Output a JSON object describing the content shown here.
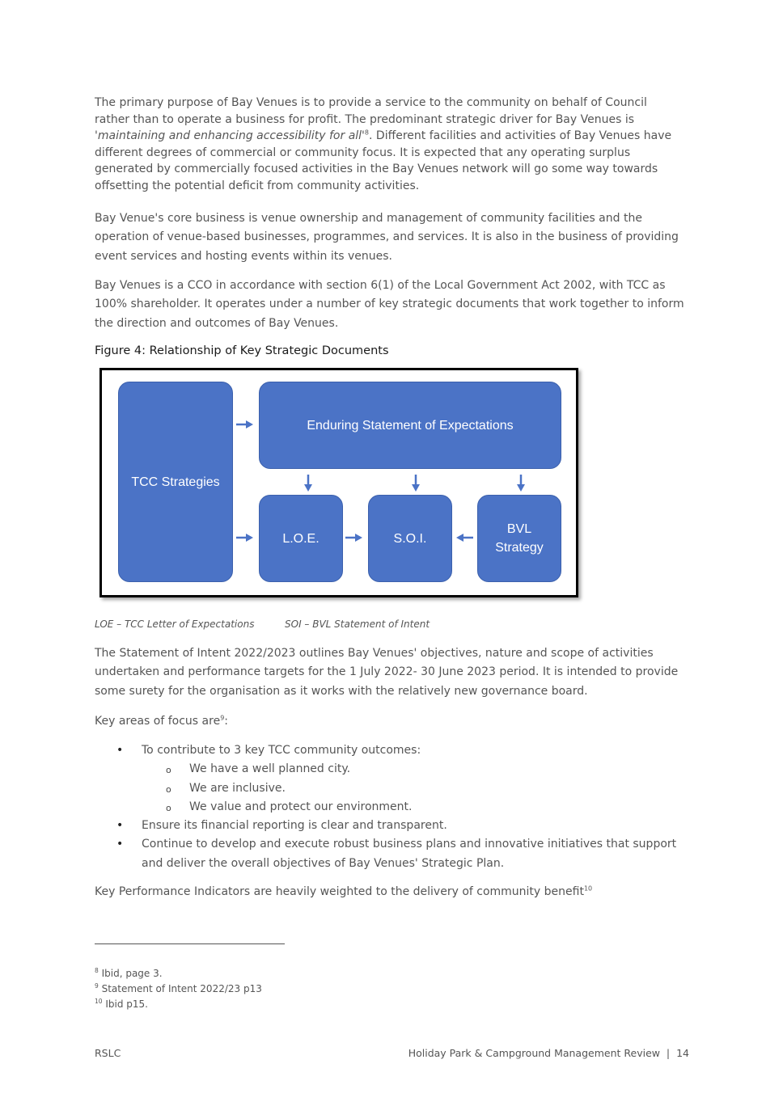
{
  "para1": {
    "a": "The primary purpose of Bay Venues is to provide a service to the community on behalf of Council rather than to operate a business for profit. The predominant strategic driver for Bay Venues is ",
    "quote": "'maintaining and enhancing accessibility for all'",
    "sup": "8",
    "b": ". Different facilities and activities of Bay Venues have different degrees of commercial or community focus. It is expected that any operating surplus generated by commercially focused activities in the Bay Venues network will go some way towards offsetting the potential deficit from community activities."
  },
  "para2": "Bay Venue's core business is venue ownership and management of community facilities and the operation of venue-based businesses, programmes, and services. It is also in the business of providing event services and hosting events within its venues.",
  "para3": "Bay Venues is a CCO in accordance with section 6(1) of the Local Government Act 2002, with TCC as 100% shareholder. It operates under a number of key strategic documents that work together to inform the direction and outcomes of Bay Venues.",
  "figure": {
    "title": "Figure 4: Relationship of Key Strategic Documents",
    "boxes": {
      "tcc": "TCC Strategies",
      "ese": "Enduring Statement of Expectations",
      "loe": "L.O.E.",
      "soi": "S.O.I.",
      "bvl_line1": "BVL",
      "bvl_line2": "Strategy"
    },
    "colors": {
      "box": "#4b73c6",
      "arrow": "#4b73c6",
      "frame": "#000000"
    }
  },
  "captions": {
    "loe": "LOE – TCC Letter of Expectations",
    "soi": "SOI – BVL Statement of Intent"
  },
  "para4": "The Statement of Intent 2022/2023 outlines Bay Venues' objectives, nature and scope of activities undertaken and performance targets for the 1 July 2022- 30 June 2023 period. It is intended to provide some surety for the organisation as it works with the relatively new governance board.",
  "focus": {
    "text": "Key areas of focus are",
    "sup": "9",
    "colon": ":"
  },
  "bullets": {
    "b1": "To contribute to 3 key TCC community outcomes:",
    "s1": "We have a well planned city.",
    "s2": "We are inclusive.",
    "s3": "We value and protect our environment.",
    "b2": "Ensure its financial reporting is clear and transparent.",
    "b3": "Continue to develop and execute robust business plans and innovative initiatives that support and deliver the overall objectives of Bay Venues' Strategic Plan."
  },
  "kpi": {
    "text": "Key Performance Indicators are heavily weighted to the delivery of community benefit",
    "sup": "10"
  },
  "footnotes": [
    {
      "num": "8",
      "text": " Ibid, page 3."
    },
    {
      "num": "9",
      "text": " Statement of Intent 2022/23 p13"
    },
    {
      "num": "10",
      "text": " Ibid p15."
    }
  ],
  "footer": {
    "left": "RSLC",
    "right": "Holiday Park & Campground Management Review  |  14"
  }
}
